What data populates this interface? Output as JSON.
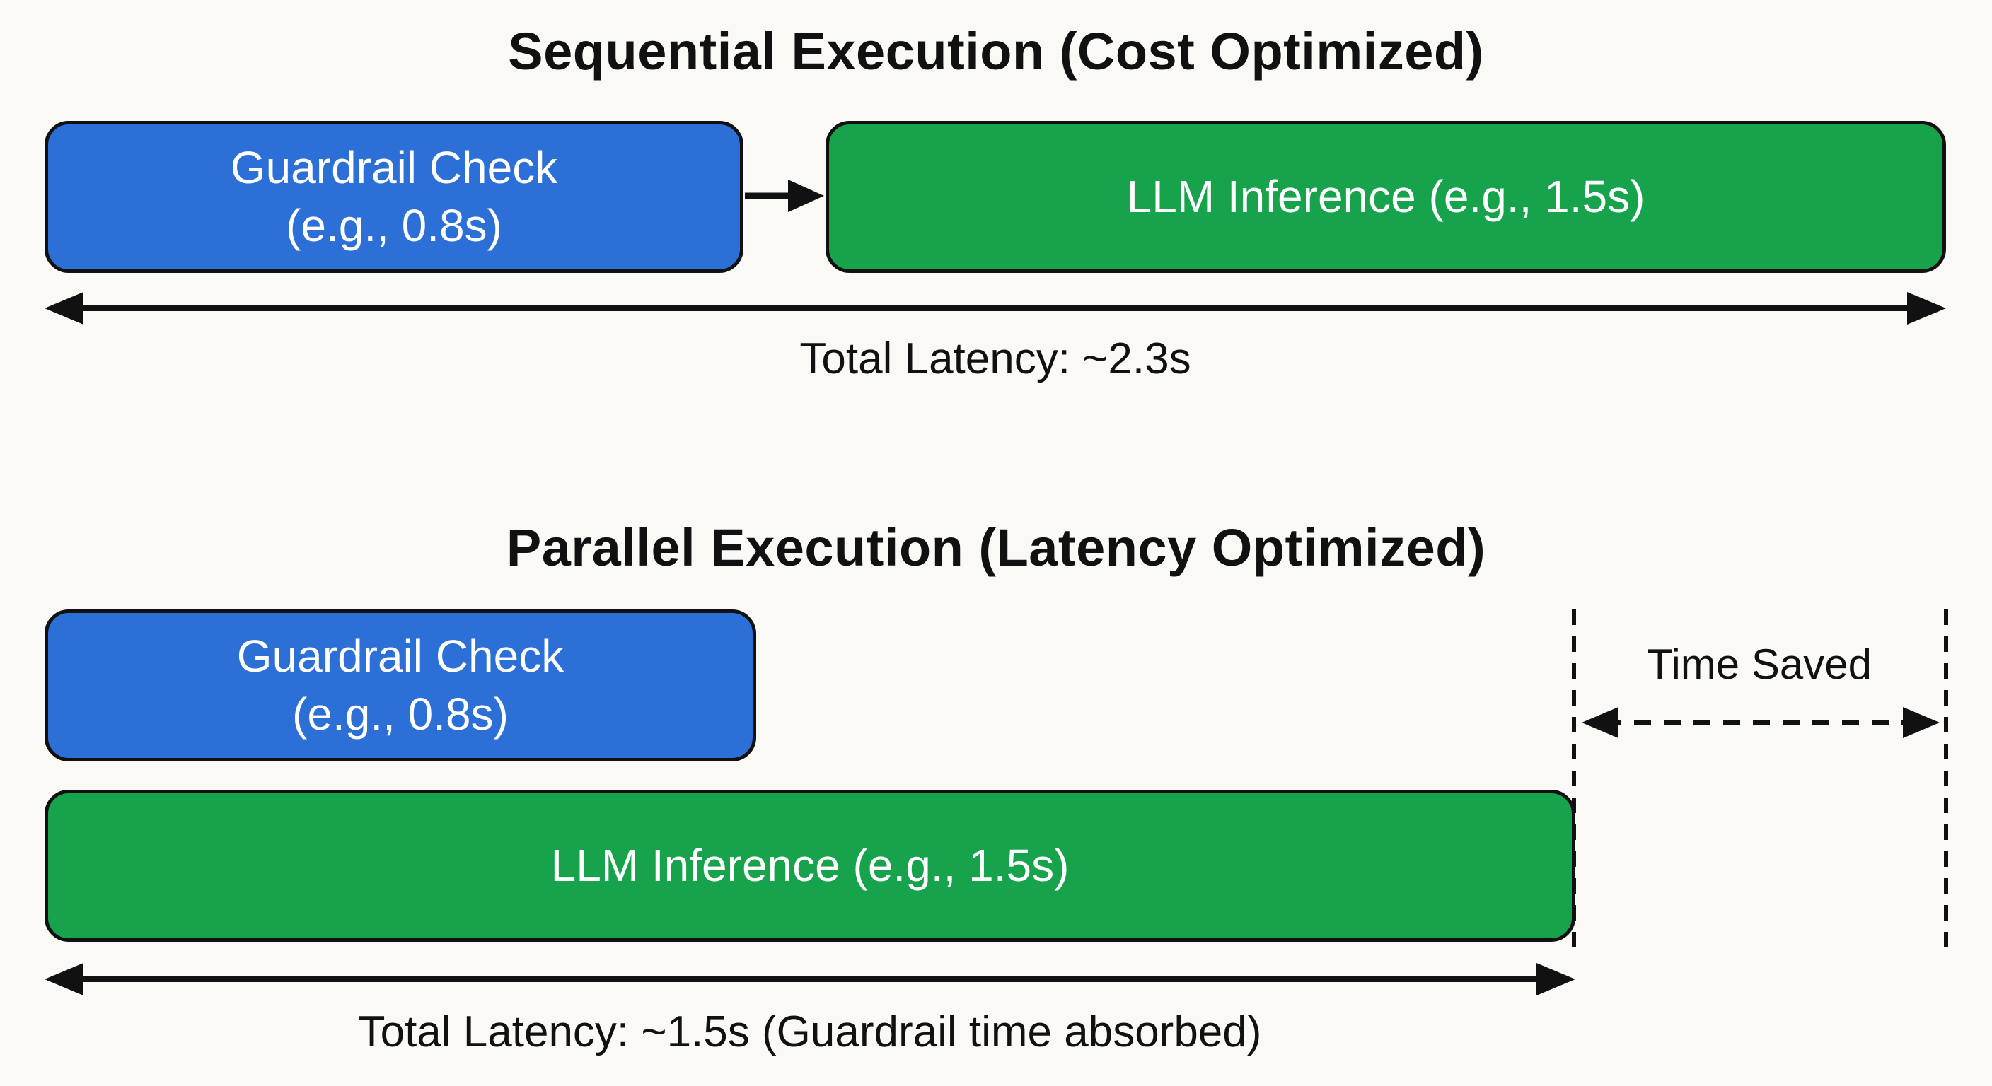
{
  "diagram": {
    "sequential": {
      "title": "Sequential Execution (Cost Optimized)",
      "guardrail_box": {
        "line1": "Guardrail Check",
        "line2": "(e.g., 0.8s)"
      },
      "llm_box": {
        "label": "LLM Inference (e.g., 1.5s)"
      },
      "total_latency": "Total Latency: ~2.3s"
    },
    "parallel": {
      "title": "Parallel Execution (Latency Optimized)",
      "guardrail_box": {
        "line1": "Guardrail Check",
        "line2": "(e.g., 0.8s)"
      },
      "llm_box": {
        "label": "LLM Inference (e.g., 1.5s)"
      },
      "time_saved": "Time Saved",
      "total_latency": "Total Latency: ~1.5s (Guardrail time absorbed)"
    },
    "colors": {
      "guardrail_blue": "#2c6fd6",
      "llm_green": "#16a34c",
      "background": "#faf9f6",
      "text_on_box": "#ffffff",
      "line_black": "#111111"
    }
  }
}
